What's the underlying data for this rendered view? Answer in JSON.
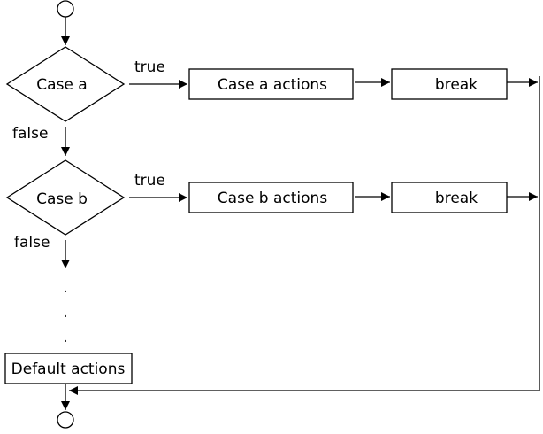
{
  "start_label": "",
  "decisions": [
    {
      "label": "Case a",
      "true_label": "true",
      "false_label": "false"
    },
    {
      "label": "Case b",
      "true_label": "true",
      "false_label": "false"
    }
  ],
  "actions": [
    "Case a actions",
    "Case b actions"
  ],
  "break_label": "break",
  "ellipsis": ".",
  "default_label": "Default actions",
  "colors": {
    "line": "#000000",
    "background": "#ffffff"
  }
}
